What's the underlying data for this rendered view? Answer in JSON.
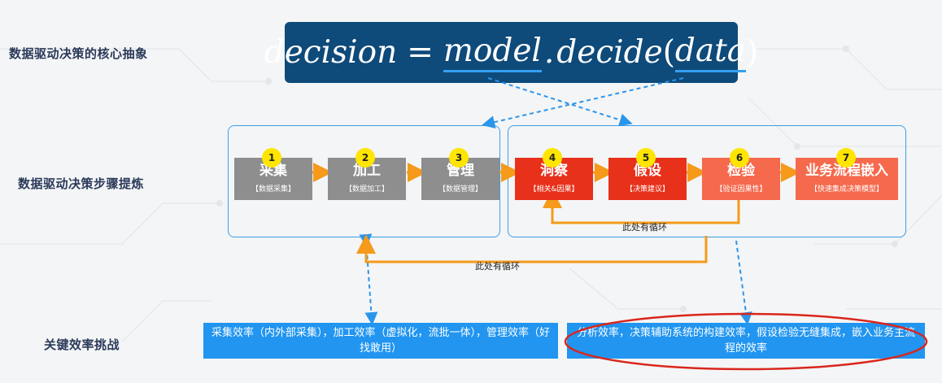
{
  "labels": {
    "row1": "数据驱动决策的核心抽象",
    "row2": "数据驱动决策步骤提炼",
    "row3": "关键效率挑战"
  },
  "formula": {
    "lhs": "decision",
    "eq": "=",
    "obj": "model",
    "dot": ".",
    "method": "decide",
    "open": "(",
    "arg": "data",
    "close": ")"
  },
  "steps": [
    {
      "num": "1",
      "title": "采集",
      "sub": "【数据采集】"
    },
    {
      "num": "2",
      "title": "加工",
      "sub": "【数据加工】"
    },
    {
      "num": "3",
      "title": "管理",
      "sub": "【数据管理】"
    },
    {
      "num": "4",
      "title": "洞察",
      "sub": "【相关&因果】"
    },
    {
      "num": "5",
      "title": "假设",
      "sub": "【决策建议】"
    },
    {
      "num": "6",
      "title": "检验",
      "sub": "【验证因果性】"
    },
    {
      "num": "7",
      "title": "业务流程嵌入",
      "sub": "【快速集成决策模型】"
    }
  ],
  "loops": {
    "inner": "此处有循环",
    "outer": "此处有循环"
  },
  "challenges": {
    "left": "采集效率（内外部采集），加工效率（虚拟化，流批一体），管理效率（好找敢用）",
    "right": "分析效率，决策辅助系统的构建效率，假设检验无缝集成，嵌入业务主流程的效率"
  },
  "colors": {
    "formula_bg": "#0e4a7a",
    "group_border": "#3aa0e6",
    "arrow": "#f59a1b",
    "step_gray": "#8e8e8e",
    "step_red": "#e8311b",
    "step_light_red": "#f5694d",
    "badge": "#ffe500",
    "bar": "#2195f0",
    "highlight_ellipse": "#d9261c"
  }
}
